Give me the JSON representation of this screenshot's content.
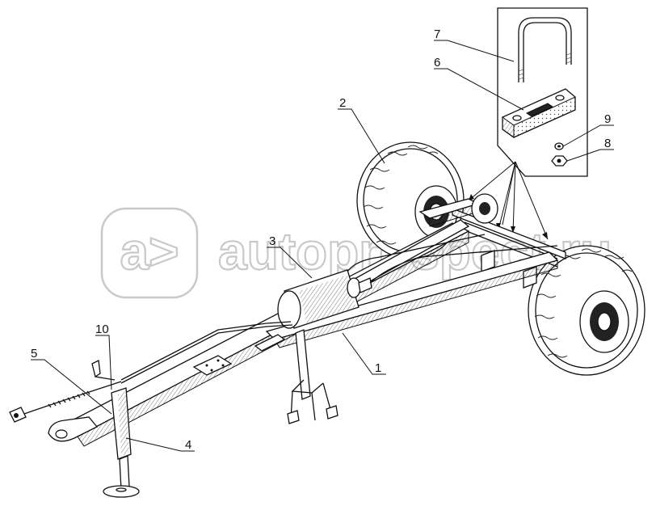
{
  "watermark": {
    "badge_glyph": "a>",
    "text": "autoprospect.ru"
  },
  "callouts": [
    {
      "id": "1",
      "label": "1"
    },
    {
      "id": "2",
      "label": "2"
    },
    {
      "id": "3",
      "label": "3"
    },
    {
      "id": "4",
      "label": "4"
    },
    {
      "id": "5",
      "label": "5"
    },
    {
      "id": "6",
      "label": "6"
    },
    {
      "id": "7",
      "label": "7"
    },
    {
      "id": "8",
      "label": "8"
    },
    {
      "id": "9",
      "label": "9"
    },
    {
      "id": "10",
      "label": "10"
    }
  ],
  "colors": {
    "ink": "#111111",
    "paper": "#ffffff",
    "watermark": "#c9c9c9"
  }
}
